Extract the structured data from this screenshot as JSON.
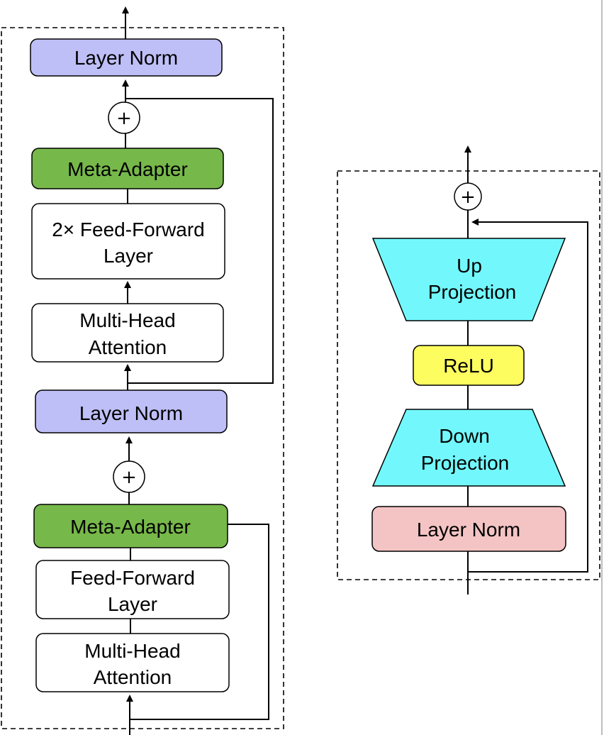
{
  "left_stack": {
    "top_layer_norm": "Layer Norm",
    "top_plus": "+",
    "meta_adapter_top": "Meta-Adapter",
    "ffn_2x_line1": "2× Feed-Forward",
    "ffn_2x_line2": "Layer",
    "mha_top_line1": "Multi-Head",
    "mha_top_line2": "Attention",
    "mid_layer_norm": "Layer Norm",
    "mid_plus": "+",
    "meta_adapter_bottom": "Meta-Adapter",
    "ffn_line1": "Feed-Forward",
    "ffn_line2": "Layer",
    "mha_bottom_line1": "Multi-Head",
    "mha_bottom_line2": "Attention"
  },
  "right_stack": {
    "plus": "+",
    "up_proj_line1": "Up",
    "up_proj_line2": "Projection",
    "relu": "ReLU",
    "down_proj_line1": "Down",
    "down_proj_line2": "Projection",
    "layer_norm": "Layer Norm"
  },
  "colors": {
    "layer_norm_blue": "#bfbff7",
    "meta_adapter_green": "#77b84a",
    "white_block": "#ffffff",
    "projection_cyan": "#72f8fc",
    "relu_yellow": "#fdfd5f",
    "layer_norm_pink": "#f4c4c4"
  }
}
